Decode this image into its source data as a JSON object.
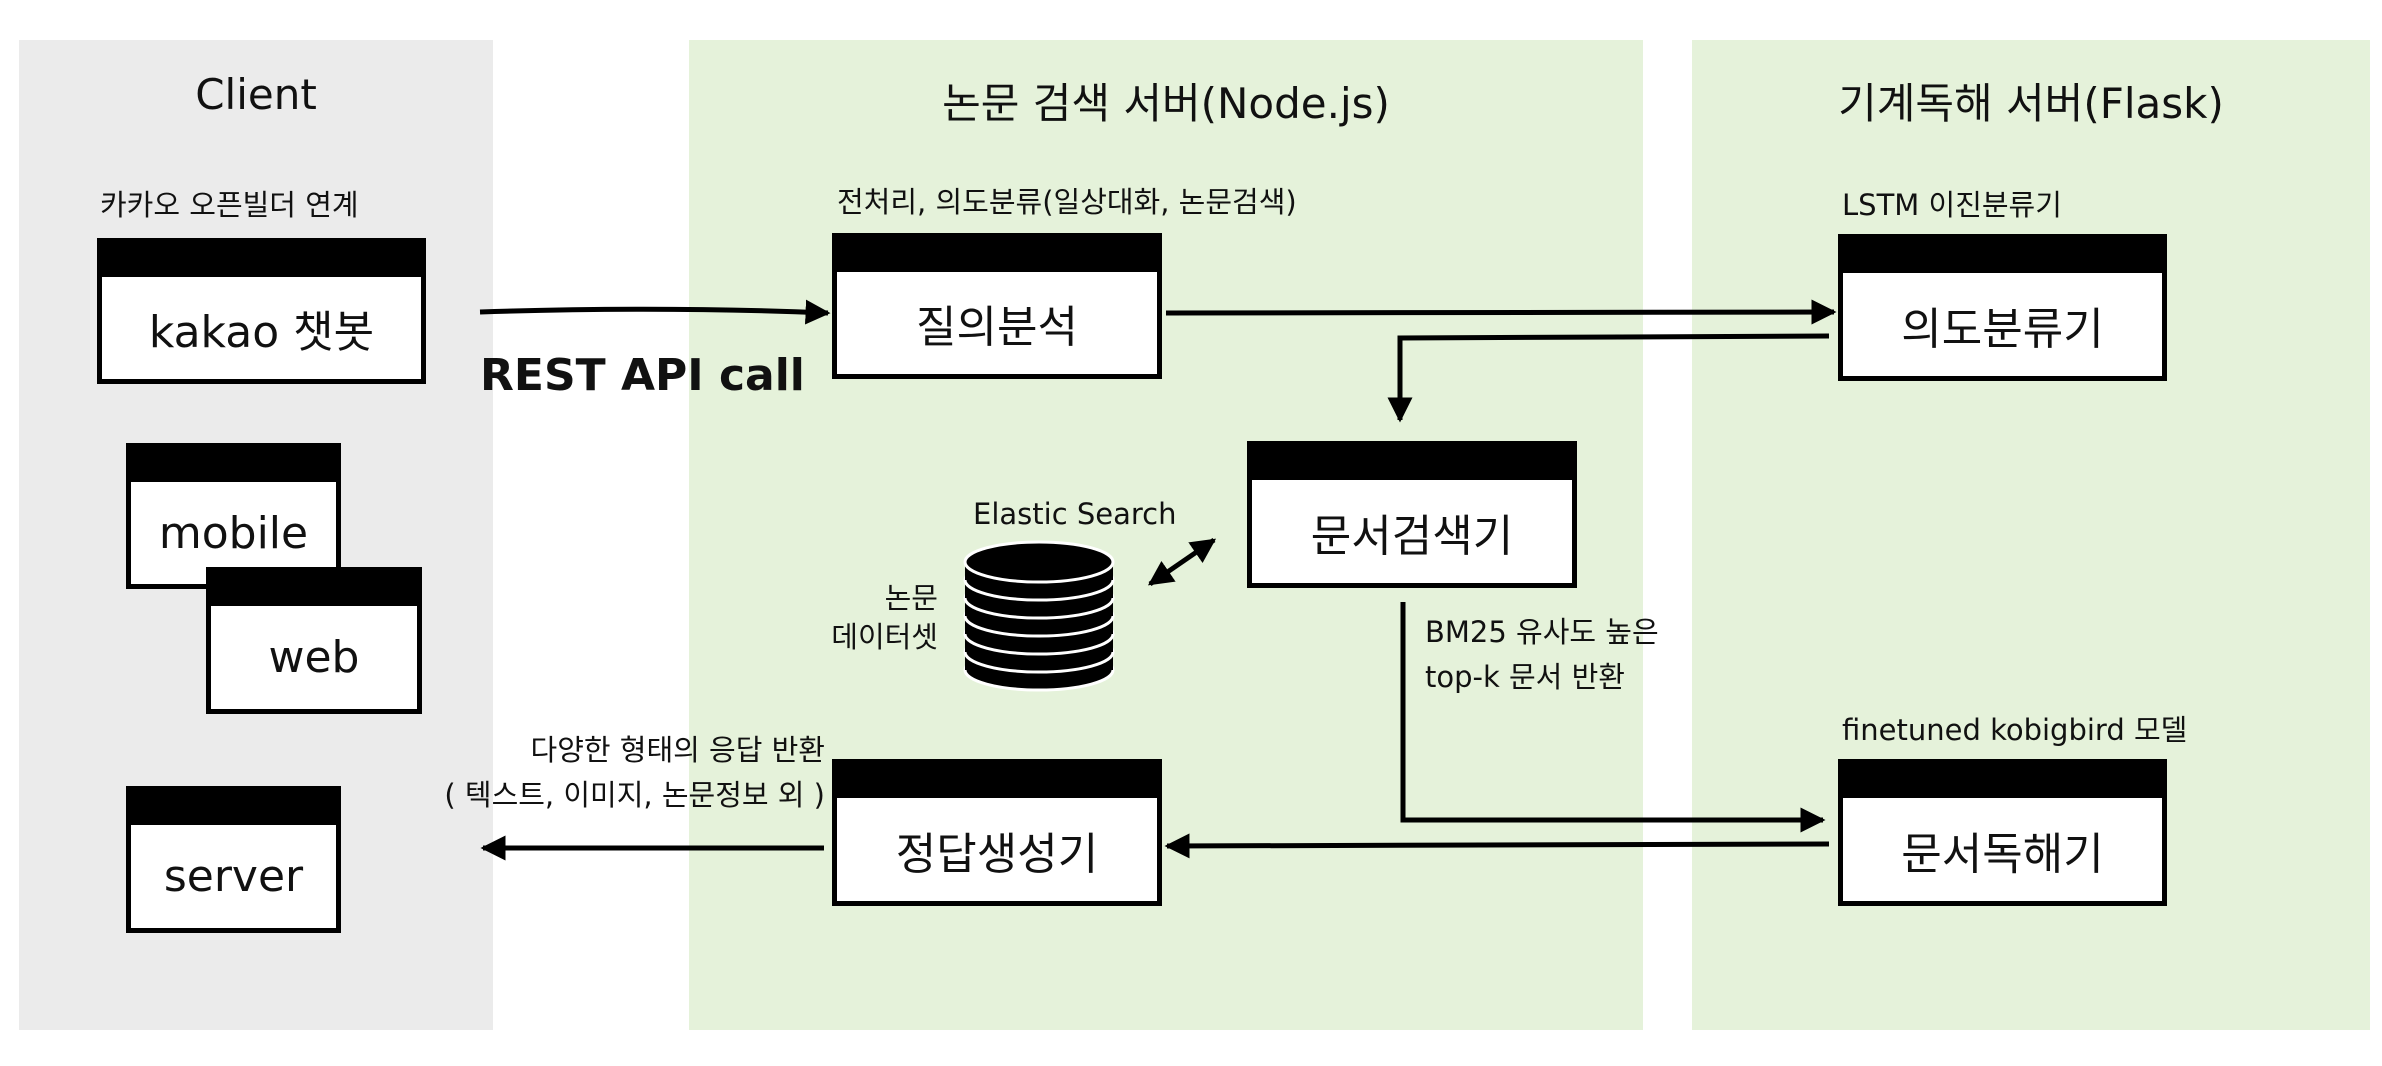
{
  "panels": {
    "client": "Client",
    "node": "논문 검색 서버(Node.js)",
    "flask": "기계독해 서버(Flask)"
  },
  "client": {
    "kakao_note": "카카오 오픈빌더 연계",
    "kakao_box": "kakao 챗봇",
    "mobile_box": "mobile",
    "web_box": "web",
    "server_box": "server"
  },
  "rest_api": "REST API call",
  "node": {
    "query_note": "전처리, 의도분류(일상대화, 논문검색)",
    "query_box": "질의분석",
    "search_box": "문서검색기",
    "es_label": "Elastic Search",
    "dataset_line1": "논문",
    "dataset_line2": "데이터셋",
    "bm25_line1": "BM25 유사도 높은",
    "bm25_line2": "top-k 문서 반환",
    "response_line1": "다양한 형태의 응답 반환",
    "response_line2": "( 텍스트, 이미지, 논문정보 외 )",
    "answer_box": "정답생성기"
  },
  "flask": {
    "lstm_note": "LSTM 이진분류기",
    "intent_box": "의도분류기",
    "bird_note": "finetuned kobigbird 모델",
    "reader_box": "문서독해기"
  }
}
